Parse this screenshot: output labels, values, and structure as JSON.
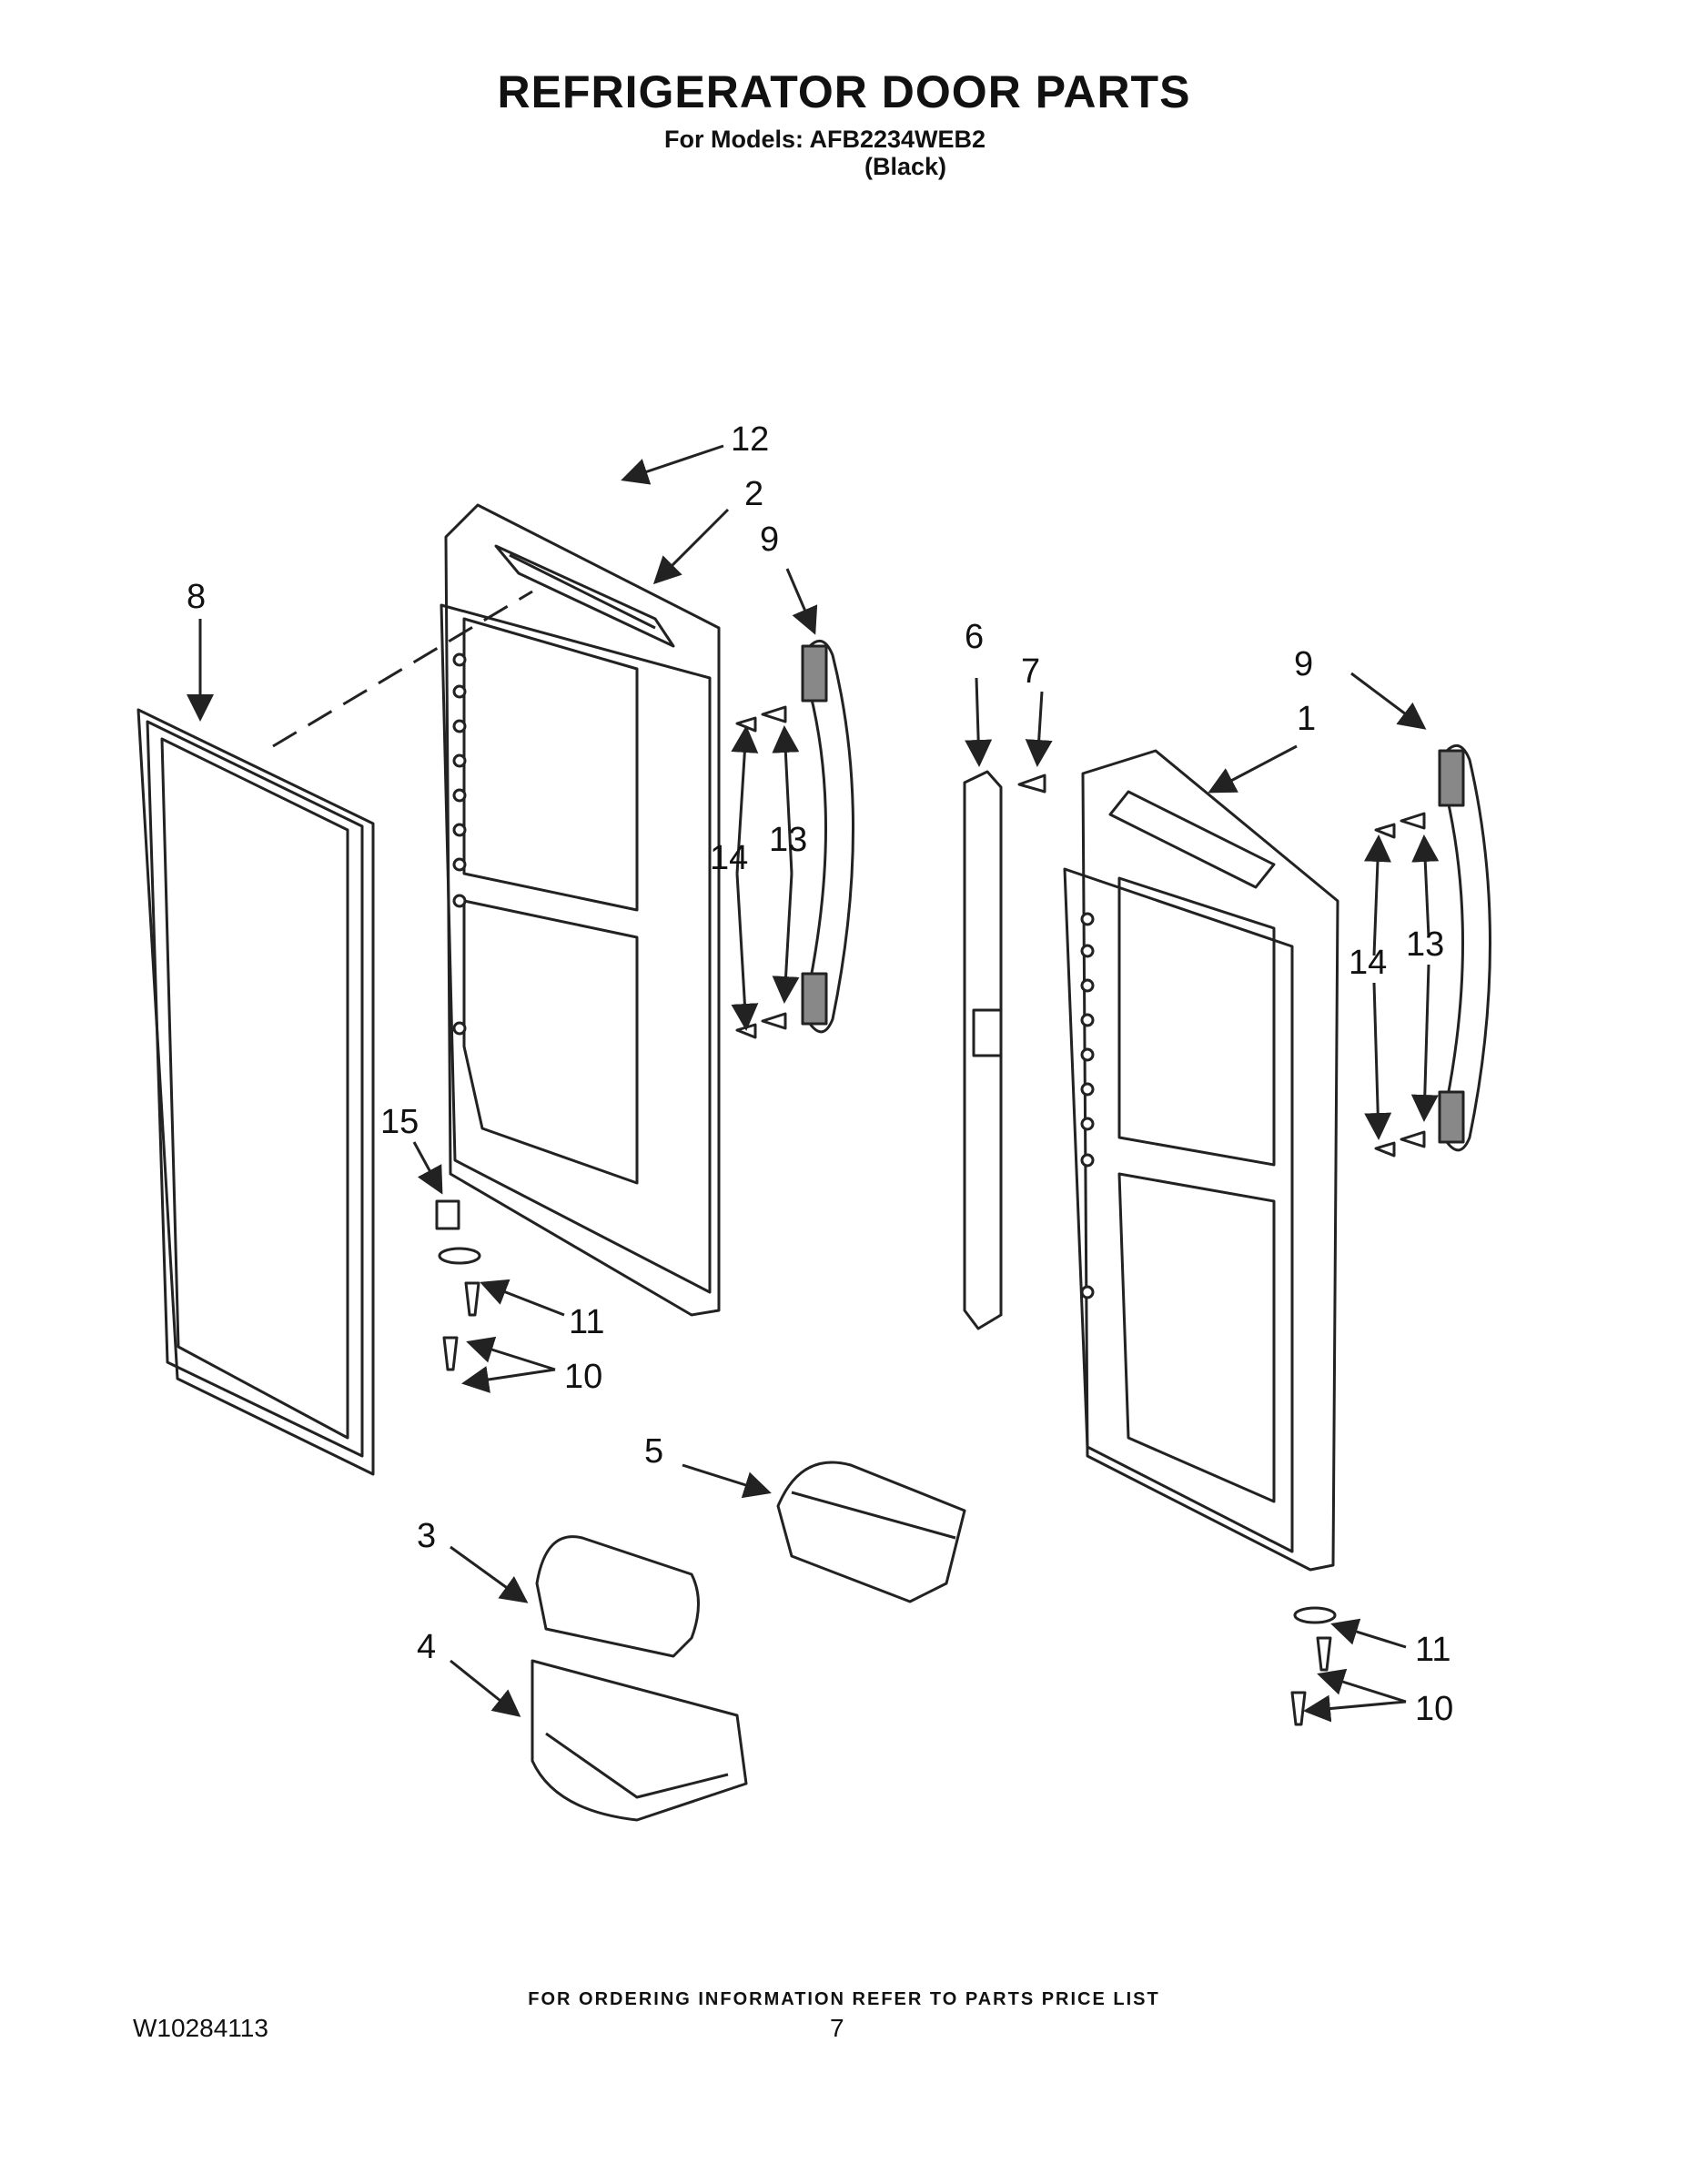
{
  "header": {
    "title": "REFRIGERATOR DOOR PARTS",
    "models_line": "For Models: AFB2234WEB2",
    "variant": "(Black)"
  },
  "callouts": {
    "c1": "1",
    "c2": "2",
    "c3": "3",
    "c4": "4",
    "c5": "5",
    "c6": "6",
    "c7": "7",
    "c8": "8",
    "c9_left": "9",
    "c9_right": "9",
    "c10_left": "10",
    "c10_right": "10",
    "c11_left": "11",
    "c11_right": "11",
    "c12": "12",
    "c13_left": "13",
    "c13_right": "13",
    "c14_left": "14",
    "c14_right": "14",
    "c15": "15"
  },
  "footer": {
    "ordering_note": "FOR ORDERING INFORMATION REFER TO PARTS PRICE LIST",
    "document_number": "W10284113",
    "page_number": "7"
  },
  "style": {
    "line_color": "#222222",
    "background": "#ffffff"
  }
}
